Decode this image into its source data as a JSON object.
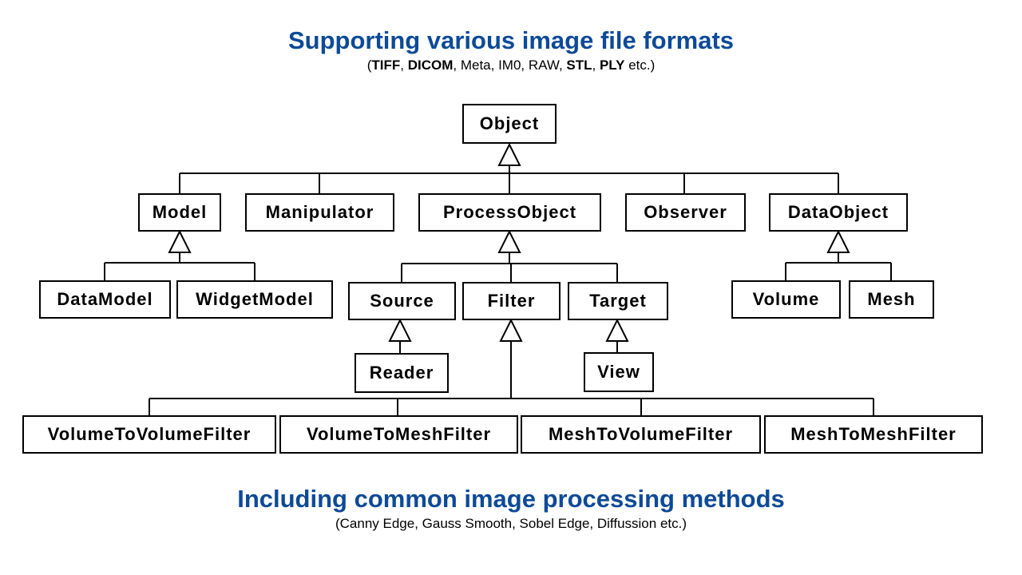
{
  "header": {
    "title": "Supporting various image file formats",
    "formats": {
      "open": "(",
      "tiff": "TIFF",
      "sep1": ", ",
      "dicom": "DICOM",
      "mid": ", Meta, IM0, RAW, ",
      "stl": "STL",
      "sep2": ", ",
      "ply": "PLY",
      "end": " etc.)"
    }
  },
  "footer": {
    "title": "Including common image processing methods",
    "methods": "(Canny Edge, Gauss Smooth, Sobel Edge, Diffussion etc.)"
  },
  "classes": {
    "object": "Object",
    "model": "Model",
    "manipulator": "Manipulator",
    "process_object": "ProcessObject",
    "observer": "Observer",
    "data_object": "DataObject",
    "data_model": "DataModel",
    "widget_model": "WidgetModel",
    "source": "Source",
    "filter": "Filter",
    "target": "Target",
    "volume": "Volume",
    "mesh": "Mesh",
    "reader": "Reader",
    "view": "View",
    "volume_to_volume_filter": "VolumeToVolumeFilter",
    "volume_to_mesh_filter": "VolumeToMeshFilter",
    "mesh_to_volume_filter": "MeshToVolumeFilter",
    "mesh_to_mesh_filter": "MeshToMeshFilter"
  },
  "colors": {
    "title": "#0d4a97",
    "line": "#000000"
  }
}
